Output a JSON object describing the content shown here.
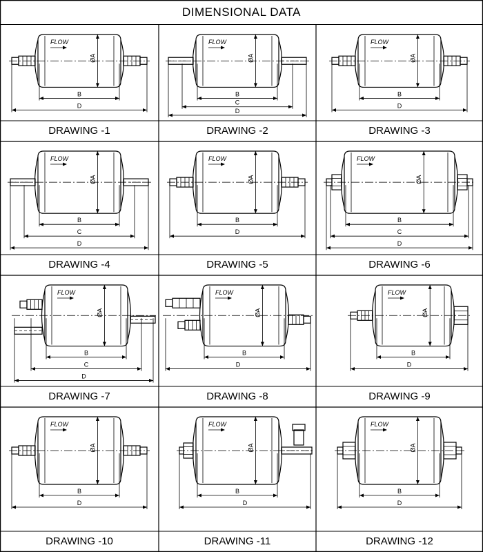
{
  "title": "DIMENSIONAL DATA",
  "drawings": [
    {
      "id": 1,
      "caption": "DRAWING -1",
      "variant": "flare-both",
      "labels": {
        "flow": "FLOW",
        "dia": "ØA",
        "dims": [
          "B",
          "D"
        ]
      }
    },
    {
      "id": 2,
      "caption": "DRAWING -2",
      "variant": "solder-both",
      "labels": {
        "flow": "FLOW",
        "dia": "ØA",
        "dims": [
          "B",
          "C",
          "D"
        ]
      }
    },
    {
      "id": 3,
      "caption": "DRAWING -3",
      "variant": "flare-both",
      "labels": {
        "flow": "FLOW",
        "dia": "ØA",
        "dims": [
          "B",
          "D"
        ]
      }
    },
    {
      "id": 4,
      "caption": "DRAWING -4",
      "variant": "solder-both",
      "labels": {
        "flow": "FLOW",
        "dia": "ØA",
        "dims": [
          "B",
          "C",
          "D"
        ]
      }
    },
    {
      "id": 5,
      "caption": "DRAWING -5",
      "variant": "flare-both",
      "labels": {
        "flow": "FLOW",
        "dia": "ØA",
        "dims": [
          "B",
          "D"
        ]
      }
    },
    {
      "id": 6,
      "caption": "DRAWING -6",
      "variant": "sweat-both",
      "labels": {
        "flow": "FLOW",
        "dia": "ØA",
        "dims": [
          "B",
          "C",
          "D"
        ]
      }
    },
    {
      "id": 7,
      "caption": "DRAWING -7",
      "variant": "dual-inlet",
      "labels": {
        "flow": "FLOW",
        "dia": "ØA",
        "dims": [
          "B",
          "C",
          "D"
        ]
      }
    },
    {
      "id": 8,
      "caption": "DRAWING -8",
      "variant": "dual-flare",
      "labels": {
        "flow": "FLOW",
        "dia": "ØA",
        "dims": [
          "B",
          "D"
        ]
      }
    },
    {
      "id": 9,
      "caption": "DRAWING -9",
      "variant": "flare-nut",
      "labels": {
        "flow": "FLOW",
        "dia": "ØA",
        "dims": [
          "B",
          "D"
        ]
      }
    },
    {
      "id": 10,
      "caption": "DRAWING -10",
      "variant": "flare-both",
      "labels": {
        "flow": "FLOW",
        "dia": "ØA",
        "dims": [
          "B",
          "D"
        ]
      }
    },
    {
      "id": 11,
      "caption": "DRAWING -11",
      "variant": "side-port",
      "labels": {
        "flow": "FLOW",
        "dia": "ØA",
        "dims": [
          "B",
          "D"
        ]
      }
    },
    {
      "id": 12,
      "caption": "DRAWING -12",
      "variant": "nut-both",
      "labels": {
        "flow": "FLOW",
        "dia": "ØA",
        "dims": [
          "B",
          "D"
        ]
      }
    }
  ]
}
